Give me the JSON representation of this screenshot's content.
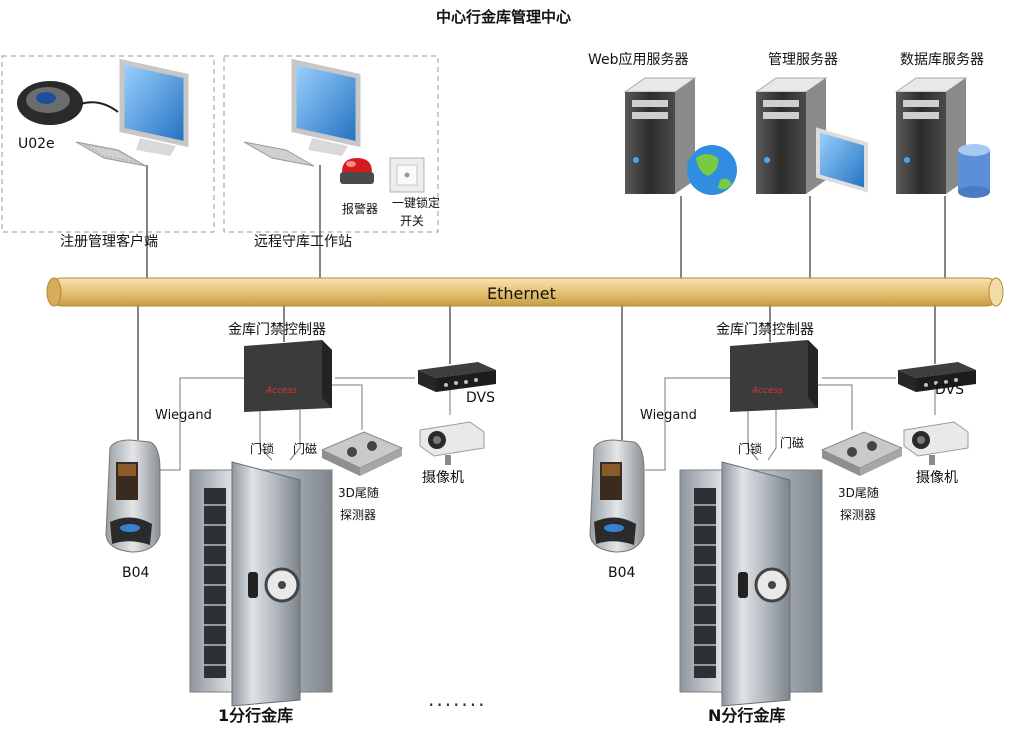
{
  "title": "中心行金库管理中心",
  "network": {
    "label": "Ethernet"
  },
  "center": {
    "registration_client": {
      "label": "注册管理客户端",
      "device": "U02e"
    },
    "remote_station": {
      "label": "远程守库工作站",
      "alarm": "报警器",
      "lock_switch_line1": "一键锁定",
      "lock_switch_line2": "开关"
    },
    "servers": [
      {
        "label": "Web应用服务器"
      },
      {
        "label": "管理服务器"
      },
      {
        "label": "数据库服务器"
      }
    ]
  },
  "branches": [
    {
      "name": "1分行金库",
      "controller": "金库门禁控制器",
      "controller_brand": "Access",
      "dvs": "DVS",
      "camera": "摄像机",
      "reader": "B04",
      "wiegand": "Wiegand",
      "door_lock": "门锁",
      "door_sensor": "门磁",
      "detector_line1": "3D尾随",
      "detector_line2": "探测器"
    },
    {
      "name": "N分行金库",
      "controller": "金库门禁控制器",
      "controller_brand": "Access",
      "dvs": "DVS",
      "camera": "摄像机",
      "reader": "B04",
      "wiegand": "Wiegand",
      "door_lock": "门锁",
      "door_sensor": "门磁",
      "detector_line1": "3D尾随",
      "detector_line2": "探测器"
    }
  ],
  "separator": "·······",
  "colors": {
    "bus_fill": "#e9c77e",
    "bus_stroke": "#b58a30",
    "monitor_screen": "#3d8fd6",
    "server_body": "#3a3a3a"
  }
}
